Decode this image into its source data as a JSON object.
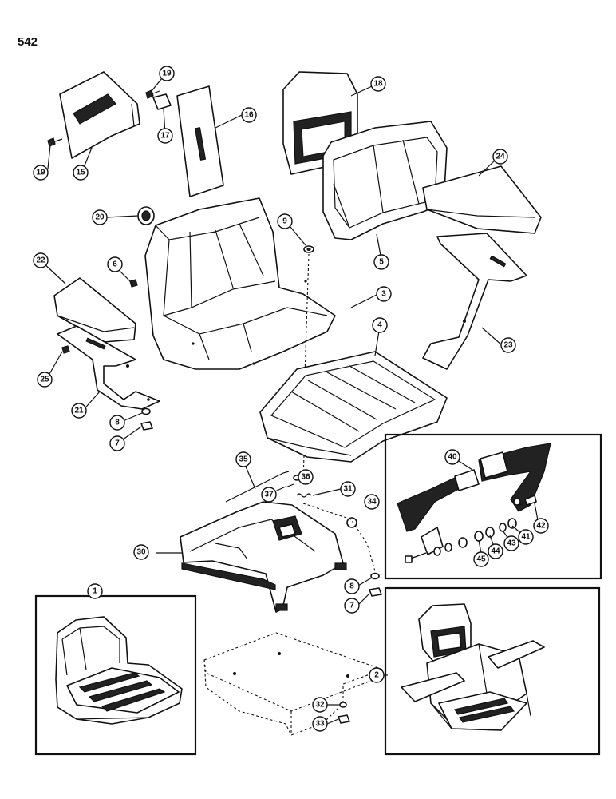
{
  "page_number": "542",
  "callouts": {
    "c1": "1",
    "c2": "2",
    "c3": "3",
    "c4": "4",
    "c5": "5",
    "c6": "6",
    "c7a": "7",
    "c7b": "7",
    "c8a": "8",
    "c8b": "8",
    "c9": "9",
    "c15": "15",
    "c16": "16",
    "c17": "17",
    "c18": "18",
    "c19a": "19",
    "c19b": "19",
    "c20": "20",
    "c21": "21",
    "c22": "22",
    "c23": "23",
    "c24": "24",
    "c25": "25",
    "c30": "30",
    "c31": "31",
    "c32": "32",
    "c33": "33",
    "c34": "34",
    "c35": "35",
    "c36": "36",
    "c37": "37",
    "c40": "40",
    "c41": "41",
    "c42": "42",
    "c43": "43",
    "c44": "44",
    "c45": "45"
  }
}
